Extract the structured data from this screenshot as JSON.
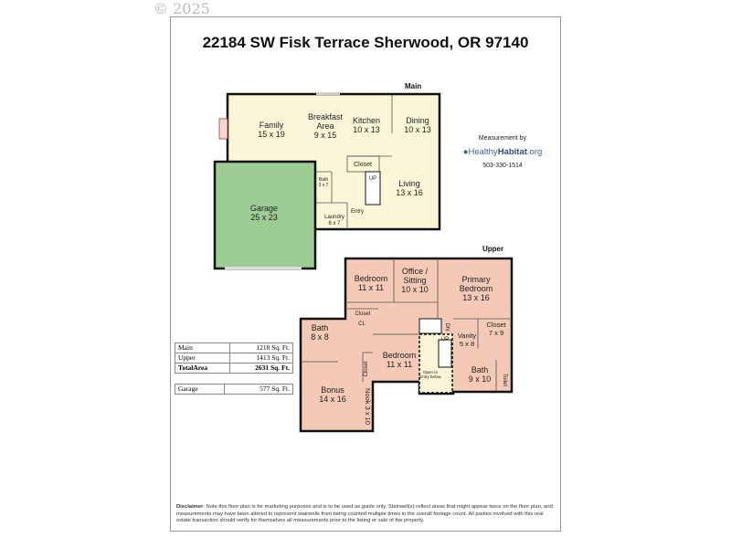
{
  "copyright": "© 2025",
  "title": "22184 SW Fisk Terrace Sherwood, OR 97140",
  "levels": {
    "main": "Main",
    "upper": "Upper"
  },
  "colors": {
    "main_floor": "#f8f6d6",
    "garage": "#9ccc94",
    "upper_floor": "#f4c9b5",
    "walls": "#111111"
  },
  "main_rooms": [
    {
      "name": "Family",
      "dims": "15 x 19"
    },
    {
      "name": "Breakfast",
      "name2": "Area",
      "dims": "9 x 15"
    },
    {
      "name": "Kitchen",
      "dims": "10 x 13"
    },
    {
      "name": "Dining",
      "dims": "10 x 13"
    },
    {
      "name": "Closet"
    },
    {
      "name": "UP"
    },
    {
      "name": "Living",
      "dims": "13 x 16"
    },
    {
      "name": "Bath",
      "dims": "3 x 7"
    },
    {
      "name": "Laundry",
      "dims": "6 x 7"
    },
    {
      "name": "Entry"
    },
    {
      "name": "Garage",
      "dims": "25 x 23"
    }
  ],
  "upper_rooms": [
    {
      "name": "Bedroom",
      "dims": "11 x 11"
    },
    {
      "name": "Office /",
      "name2": "Sitting",
      "dims": "10 x 10"
    },
    {
      "name": "Primary",
      "name2": "Bedroom",
      "dims": "13 x 16"
    },
    {
      "name": "Closet"
    },
    {
      "name": "CL"
    },
    {
      "name": "Bath",
      "dims": "8 x 8"
    },
    {
      "name": "DN"
    },
    {
      "name": "UP"
    },
    {
      "name": "Vanity",
      "dims": "5 x 8"
    },
    {
      "name": "Closet",
      "dims": "7 x 9"
    },
    {
      "name": "Bedroom",
      "dims": "11 x 11"
    },
    {
      "name": "Closet"
    },
    {
      "name": "Open to",
      "name2": "Entry below"
    },
    {
      "name": "Bath",
      "dims": "9 x 10"
    },
    {
      "name": "Toilet"
    },
    {
      "name": "Bonus",
      "dims": "14 x 16"
    },
    {
      "name": "Nook 3 x 10"
    }
  ],
  "measurement": {
    "label": "Measurement by",
    "brand_a": "Healthy",
    "brand_b": "Habitat",
    "brand_c": ".org",
    "phone": "503-330-1514"
  },
  "areas": [
    {
      "label": "Main",
      "value": "1218 Sq. Ft."
    },
    {
      "label": "Upper",
      "value": "1413 Sq. Ft."
    },
    {
      "label": "TotalArea",
      "value": "2631 Sq. Ft."
    }
  ],
  "garage_area": {
    "label": "Garage",
    "value": "577 Sq. Ft."
  },
  "disclaimer": {
    "label": "Disclaimer",
    "text": ": Note this floor plan is for marketing purposes and is to be used as guide only. Stairwell(s) reflect areas that might appear twice on the floor plan, and measurements may have been altered to represent stairwells from being counted multiple times in the overall footage count. All parties involved with this real estate transaction should verify for themselves all measurements prior to the listing or sale of the property."
  }
}
